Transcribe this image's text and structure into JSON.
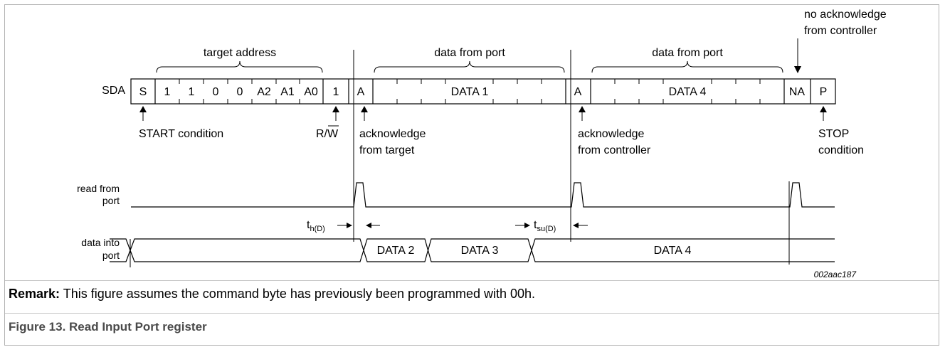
{
  "signals": {
    "sda": "SDA",
    "read_from_port": [
      "read from",
      "port"
    ],
    "data_into_port": [
      "data into",
      "port"
    ]
  },
  "frame_fields": {
    "start": "S",
    "address_bits": [
      "1",
      "1",
      "0",
      "0",
      "A2",
      "A1",
      "A0"
    ],
    "rw_bit": "1",
    "ack1": "A",
    "data1": "DATA 1",
    "ack2": "A",
    "data4": "DATA 4",
    "nack": "NA",
    "stop": "P"
  },
  "brackets": {
    "target_address": "target address",
    "data_from_port_1": "data from port",
    "data_from_port_2": "data from port"
  },
  "annotations": {
    "start_condition": "START condition",
    "rw_label": "R/W",
    "ack_from_target": [
      "acknowledge",
      "from target"
    ],
    "ack_from_controller": [
      "acknowledge",
      "from controller"
    ],
    "stop_condition": [
      "STOP",
      "condition"
    ],
    "no_ack_from_controller": [
      "no acknowledge",
      "from controller"
    ]
  },
  "timing": {
    "th_main": "t",
    "th_sub": "h(D)",
    "tsu_main": "t",
    "tsu_sub": "su(D)"
  },
  "data_into_port_values": [
    "DATA 2",
    "DATA 3",
    "DATA 4"
  ],
  "figure_id": "002aac187",
  "remark_label": "Remark:",
  "remark_text": " This figure assumes the command byte has previously been programmed with 00h.",
  "caption": "Figure 13.  Read Input Port register"
}
